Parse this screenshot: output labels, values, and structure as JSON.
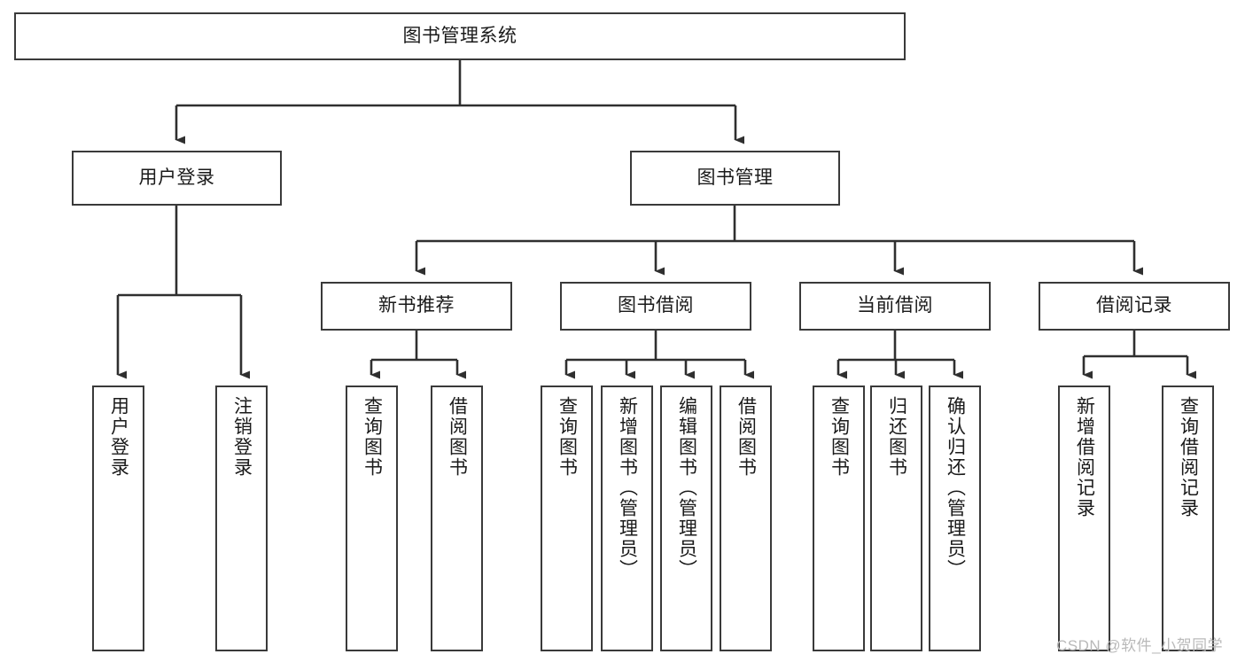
{
  "diagram": {
    "title": "图书管理系统",
    "type": "tree-hierarchy",
    "watermark": "CSDN @软件_小贺同学",
    "colors": {
      "box_border": "#3a3a3a",
      "box_fill": "#ffffff",
      "edge": "#2f2f2f",
      "text": "#1a1a1a",
      "watermark": "#b9b9b9"
    },
    "root": {
      "label": "图书管理系统"
    },
    "level2": [
      {
        "label": "用户登录"
      },
      {
        "label": "图书管理"
      }
    ],
    "level3": [
      {
        "label": "新书推荐"
      },
      {
        "label": "图书借阅"
      },
      {
        "label": "当前借阅"
      },
      {
        "label": "借阅记录"
      }
    ],
    "leaves": {
      "user_login": [
        {
          "label": "用户登录"
        },
        {
          "label": "注销登录"
        }
      ],
      "new_book_recommend": [
        {
          "label": "查询图书"
        },
        {
          "label": "借阅图书"
        }
      ],
      "book_borrow": [
        {
          "label": "查询图书"
        },
        {
          "label": "新增图书（管理员）"
        },
        {
          "label": "编辑图书（管理员）"
        },
        {
          "label": "借阅图书"
        }
      ],
      "current_borrow": [
        {
          "label": "查询图书"
        },
        {
          "label": "归还图书"
        },
        {
          "label": "确认归还（管理员）"
        }
      ],
      "borrow_record": [
        {
          "label": "新增借阅记录"
        },
        {
          "label": "查询借阅记录"
        }
      ]
    }
  }
}
